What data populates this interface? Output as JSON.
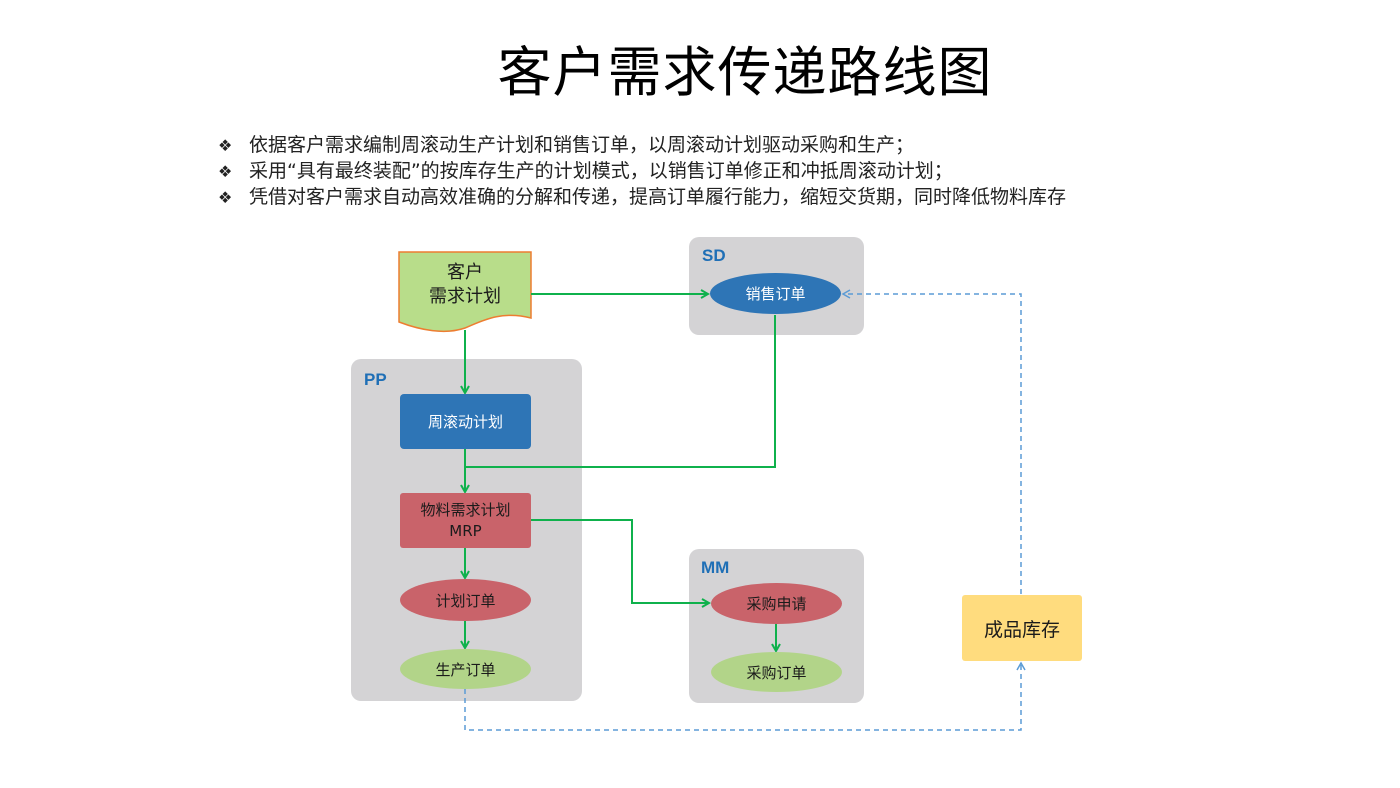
{
  "title": "客户需求传递路线图",
  "bullets": [
    {
      "mark": "❖",
      "text": "依据客户需求编制周滚动生产计划和销售订单，以周滚动计划驱动采购和生产；"
    },
    {
      "mark": "❖",
      "text": "采用“具有最终装配”的按库存生产的计划模式，以销售订单修正和冲抵周滚动计划；"
    },
    {
      "mark": "❖",
      "text": "凭借对客户需求自动高效准确的分解和传递，提高订单履行能力，缩短交货期，同时降低物料库存"
    }
  ],
  "panels": {
    "sd": {
      "label": "SD"
    },
    "pp": {
      "label": "PP"
    },
    "mm": {
      "label": "MM"
    }
  },
  "nodes": {
    "customer_plan": {
      "line1": "客户",
      "line2": "需求计划"
    },
    "sales_order": "销售订单",
    "rolling_plan": "周滚动计划",
    "mrp": {
      "line1": "物料需求计划",
      "line2": "MRP"
    },
    "planned_order": "计划订单",
    "production_order": "生产订单",
    "purchase_requisition": "采购申请",
    "purchase_order": "采购订单",
    "finished_inventory": "成品库存"
  },
  "colors": {
    "flow_green": "#0fb14c",
    "dashed_blue": "#5b9bd5",
    "panel_gray": "#d4d3d5",
    "blue": "#2e75b6",
    "red": "#c9636a",
    "green_light": "#b2d489",
    "yellow": "#ffdc7e",
    "doc_fill": "#b8dd8a",
    "doc_border": "#ed7d31"
  }
}
